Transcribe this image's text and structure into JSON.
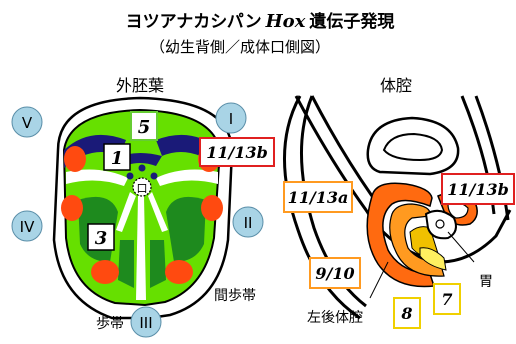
{
  "title": {
    "prefix": "ヨツアナカシパン",
    "gene": "Hox",
    "suffix": "遺伝子発現"
  },
  "subtitle": "（幼生背側／成体口側図）",
  "left_panel": {
    "heading": "外胚葉",
    "roman": [
      "V",
      "I",
      "IV",
      "II",
      "III"
    ],
    "labels": {
      "five": "5",
      "one": "1",
      "three": "3",
      "one_thirteen": "11/13b",
      "mouth": "口"
    },
    "ambulacral_text": "歩帯",
    "interambulacral_text": "間歩帯"
  },
  "right_panel": {
    "heading": "体腔",
    "labels": {
      "a": "11/13a",
      "b": "11/13b",
      "c": "9/10",
      "d": "8",
      "e": "7"
    },
    "stomach": "胃",
    "left_posterior_coelom": "左後体腔"
  },
  "colors": {
    "green_light": "#66e000",
    "green_dark": "#1e8a1e",
    "navy": "#1a1a78",
    "orange_red": "#ff4a10",
    "roman_circle": "#a9d4e6",
    "box_green": "#66cc33",
    "box_red": "#e02020",
    "box_orange": "#ff9a20",
    "box_yellow": "#f0d000"
  }
}
